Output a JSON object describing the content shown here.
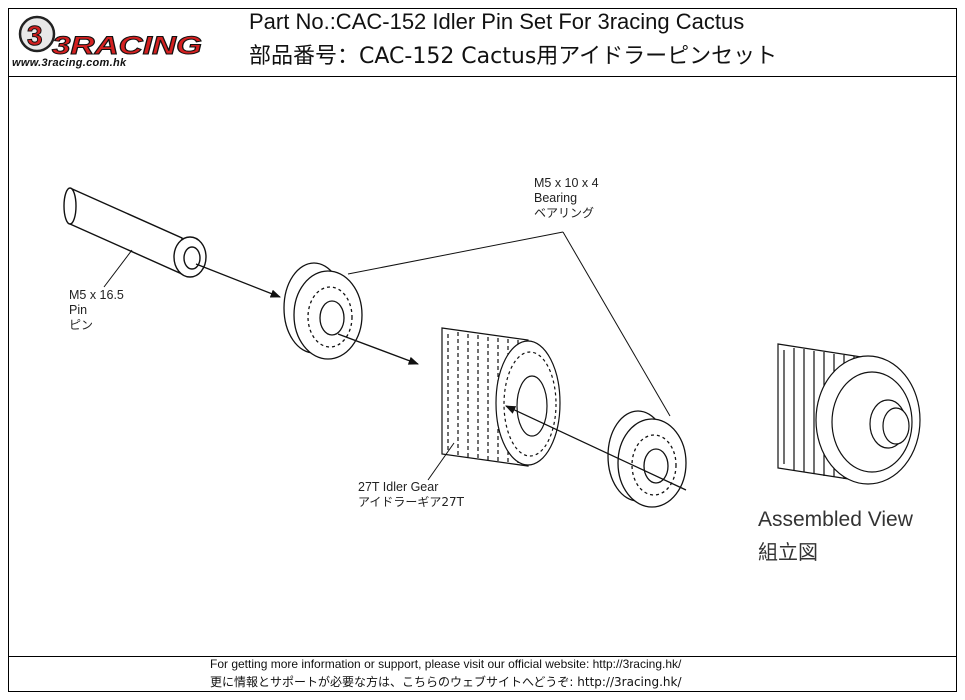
{
  "header": {
    "brand": "3RACING",
    "website": "www.3racing.com.hk",
    "title_en": "Part No.:CAC-152 Idler Pin Set For 3racing Cactus",
    "title_jp": "部品番号：CAC-152 Cactus用アイドラーピンセット"
  },
  "parts": {
    "pin": {
      "line1": "M5 x 16.5",
      "line2": "Pin",
      "line3": "ピン"
    },
    "bearing": {
      "line1": "M5 x 10 x 4",
      "line2": "Bearing",
      "line3": "ベアリング"
    },
    "gear": {
      "line1": "27T Idler Gear",
      "line2": "アイドラーギア27T"
    }
  },
  "assembled": {
    "en": "Assembled View",
    "jp": "組立図"
  },
  "footer": {
    "en": "For getting more information or support, please visit our official website: http://3racing.hk/",
    "jp": "更に情報とサポートが必要な方は、こちらのウェブサイトへどうぞ: http://3racing.hk/"
  },
  "colors": {
    "brand_red": "#d42020",
    "line": "#111111"
  }
}
